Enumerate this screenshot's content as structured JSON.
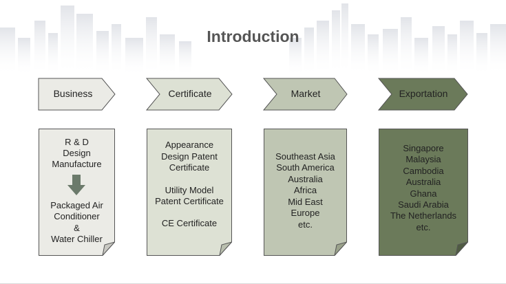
{
  "slide": {
    "title": "Introduction"
  },
  "arrows": [
    {
      "label": "Business",
      "fill": "#ebebe6",
      "text_color": "#222222"
    },
    {
      "label": "Certificate",
      "fill": "#dde1d4",
      "text_color": "#222222"
    },
    {
      "label": "Market",
      "fill": "#bfc6b3",
      "text_color": "#222222"
    },
    {
      "label": "Exportation",
      "fill": "#6b7a5a",
      "text_color": "#222222"
    }
  ],
  "cards": {
    "business": {
      "top_lines": [
        "R & D",
        "Design",
        "Manufacture"
      ],
      "bottom_lines": [
        "Packaged Air",
        "Conditioner",
        "&",
        "Water Chiller"
      ],
      "fill": "#ebebe6"
    },
    "certificate": {
      "groups": [
        [
          "Appearance",
          "Design Patent",
          "Certificate"
        ],
        [
          "Utility Model",
          "Patent Certificate"
        ],
        [
          "CE Certificate"
        ]
      ],
      "fill": "#dde1d4"
    },
    "market": {
      "lines": [
        "Southeast Asia",
        "South America",
        "Australia",
        "Africa",
        "Mid East",
        "Europe",
        "etc."
      ],
      "fill": "#bfc6b3"
    },
    "exportation": {
      "lines": [
        "Singapore",
        "Malaysia",
        "Cambodia",
        "Australia",
        "Ghana",
        "Saudi Arabia",
        "The Netherlands",
        "etc."
      ],
      "fill": "#6b7a5a"
    }
  },
  "colors": {
    "title": "#555555",
    "outline": "#555555",
    "down_arrow": "#6b7a6b"
  }
}
